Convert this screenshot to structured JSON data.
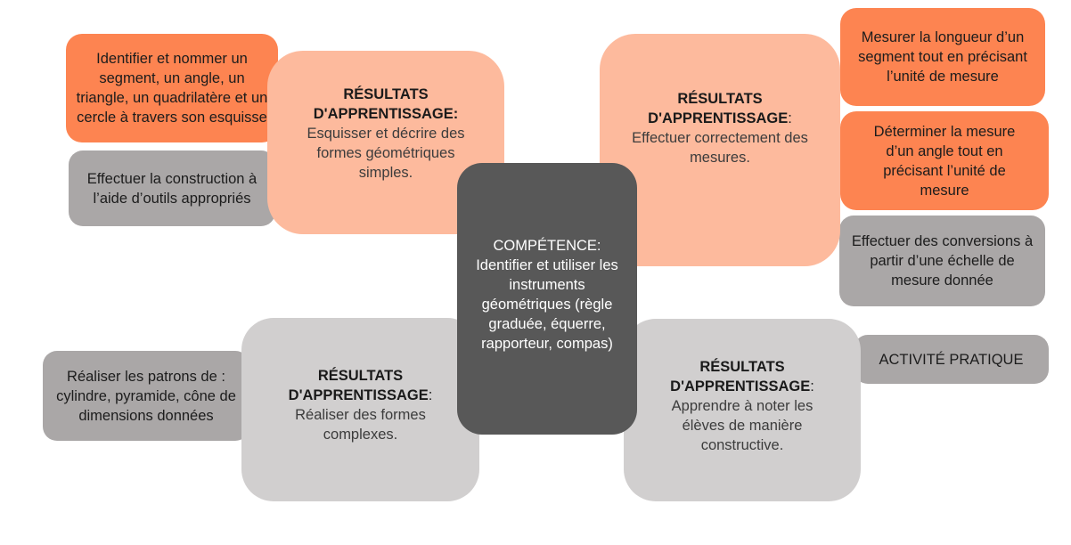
{
  "center": {
    "title": "COMPÉTENCE:",
    "text": "Identifier et utiliser les instruments géométriques (règle graduée, équerre, rapporteur, compas)"
  },
  "outcomes": [
    {
      "heading_1": "RÉSULTATS",
      "heading_2": "D'APPRENTISSAGE:",
      "text": "Esquisser et décrire des formes géométriques simples."
    },
    {
      "heading_1": "RÉSULTATS",
      "heading_2": "D'APPRENTISSAGE",
      "colon": ":",
      "text": "Effectuer correctement des mesures."
    },
    {
      "heading_1": "RÉSULTATS",
      "heading_2": "D'APPRENTISSAGE",
      "colon": ":",
      "text": "Réaliser des formes complexes."
    },
    {
      "heading_1": "RÉSULTATS",
      "heading_2": "D'APPRENTISSAGE",
      "colon": ":",
      "text": "Apprendre à noter les élèves de manière constructive."
    }
  ],
  "items": {
    "identify": "Identifier et nommer un segment, un angle, un triangle, un quadrilatère et un cercle à travers son esquisse",
    "construct": "Effectuer la construction à l’aide d’outils appropriés",
    "measure_length": "Mesurer la longueur d’un segment tout en précisant l’unité de mesure",
    "measure_angle": "Déterminer la mesure d’un angle tout en précisant l’unité de mesure",
    "conversions": "Effectuer des conversions à partir d’une échelle de mesure donnée",
    "patterns": "Réaliser les patrons de : cylindre, pyramide, cône de dimensions données",
    "activity": "ACTIVITÉ PRATIQUE"
  },
  "colors": {
    "orange": "#fd8451",
    "peach": "#fdba9d",
    "gray": "#aaa7a7",
    "light_gray": "#d1cfcf",
    "dark": "#585858"
  }
}
